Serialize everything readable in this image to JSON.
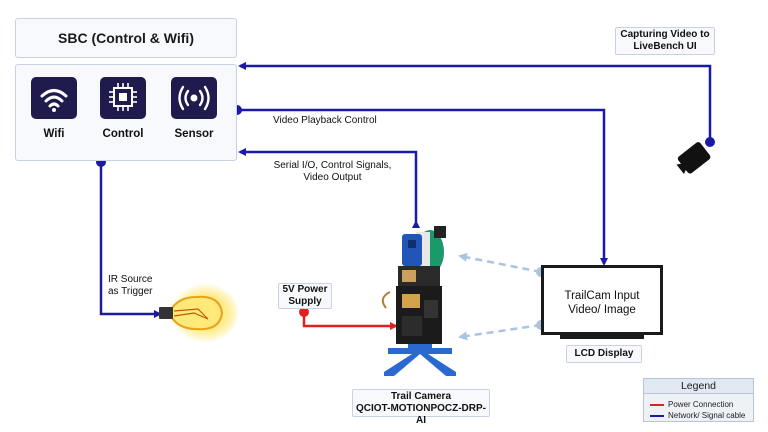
{
  "sbc": {
    "title": "SBC (Control & Wifi)",
    "items": [
      {
        "label": "Wifi",
        "icon": "wifi-icon"
      },
      {
        "label": "Control",
        "icon": "chip-icon"
      },
      {
        "label": "Sensor",
        "icon": "sensor-icon"
      }
    ]
  },
  "capture_label": [
    "Capturing Video to",
    "LiveBench UI"
  ],
  "video_playback_label": "Video Playback Control",
  "serial_label": [
    "Serial I/O, Control Signals,",
    "Video Output"
  ],
  "ir_label": [
    "IR Source",
    "as Trigger"
  ],
  "power_label": [
    "5V Power",
    "Supply"
  ],
  "display": {
    "lines": [
      "TrailCam Input",
      "Video/ Image"
    ],
    "caption": "LCD Display"
  },
  "camera_caption": [
    "Trail Camera",
    "QCIOT-MOTIONPOCZ-DRP-AI"
  ],
  "legend": {
    "title": "Legend",
    "items": [
      {
        "label": "Power Connection",
        "color": "#e02020"
      },
      {
        "label": "Network/ Signal cable",
        "color": "#1a1aa6"
      }
    ]
  },
  "colors": {
    "signal": "#1a1aa6",
    "power": "#e02020",
    "tile": "#1f1b4d",
    "dashed": "#a9c3e0"
  }
}
